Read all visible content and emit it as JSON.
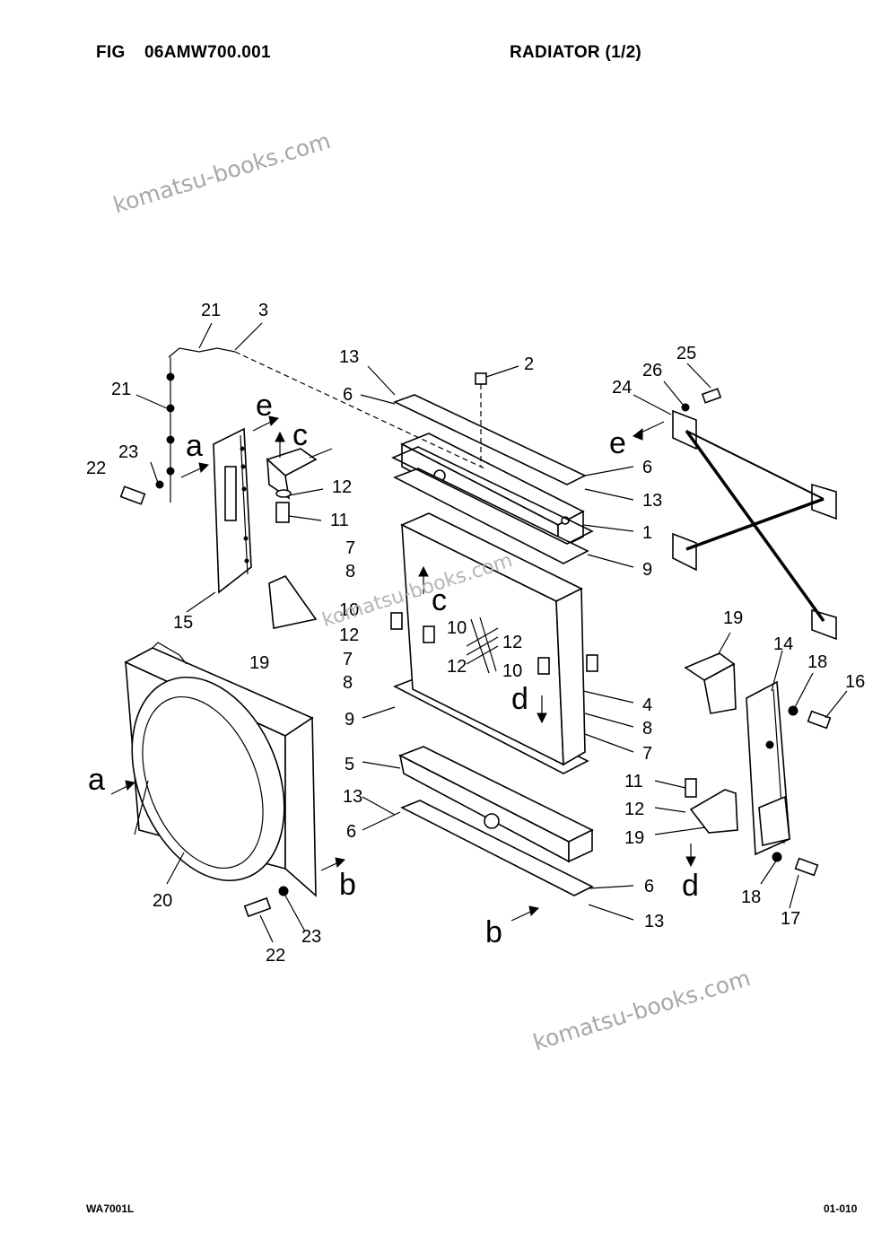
{
  "header": {
    "fig_label": "FIG",
    "fig_code": "06AMW700.001",
    "title": "RADIATOR (1/2)"
  },
  "footer": {
    "left": "WA7001L",
    "right": "01-010"
  },
  "watermarks": [
    "komatsu-books.com",
    "komatsu-books.com",
    "komatsu-books.com"
  ],
  "callouts": [
    "21",
    "3",
    "21",
    "22",
    "23",
    "15",
    "19",
    "12",
    "11",
    "13",
    "6",
    "2",
    "1",
    "7",
    "8",
    "9",
    "10",
    "12",
    "7",
    "8",
    "10",
    "12",
    "12",
    "10",
    "4",
    "8",
    "7",
    "9",
    "5",
    "13",
    "6",
    "6",
    "13",
    "24",
    "26",
    "25",
    "6",
    "13",
    "19",
    "14",
    "18",
    "16",
    "11",
    "12",
    "19",
    "17",
    "18",
    "20",
    "22",
    "23"
  ],
  "view_letters": [
    "a",
    "e",
    "c",
    "a",
    "c",
    "e",
    "d",
    "b",
    "b",
    "d"
  ]
}
